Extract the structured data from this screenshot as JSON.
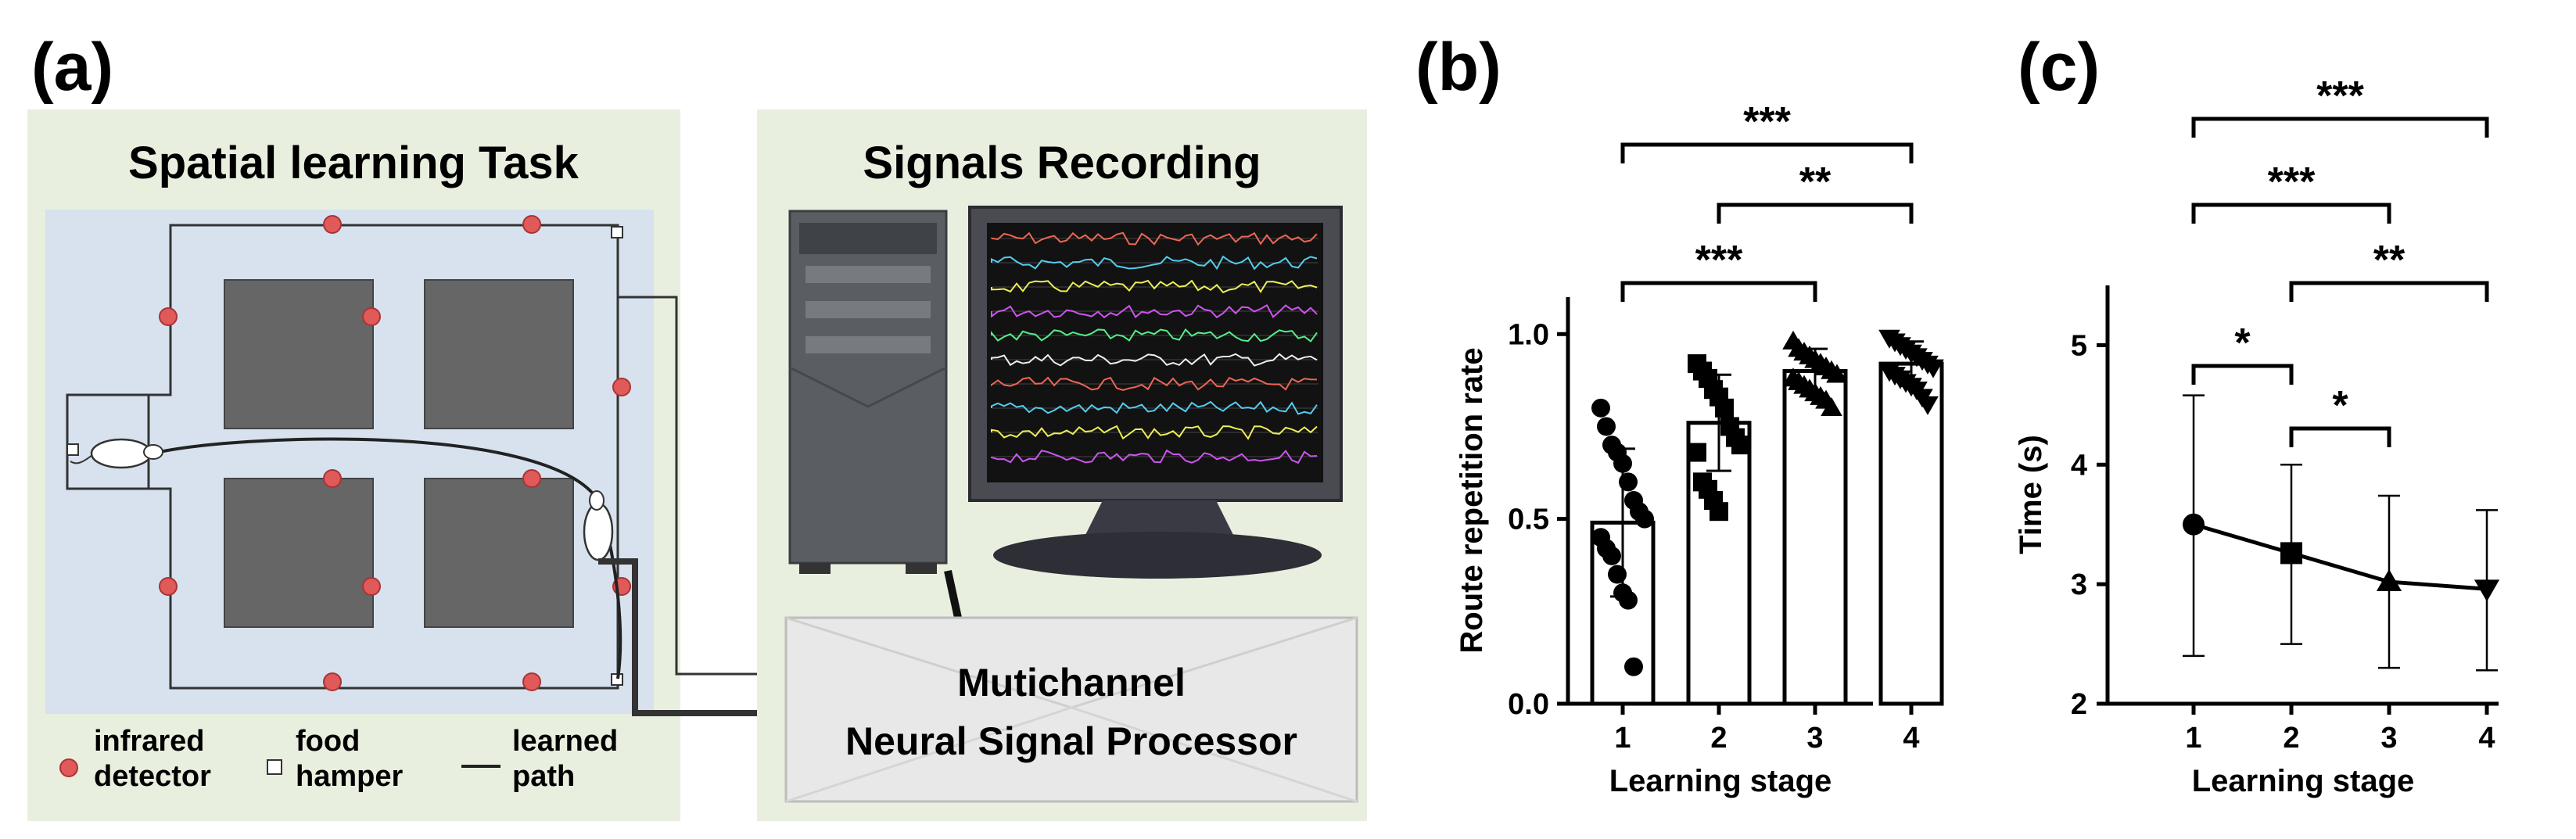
{
  "panel_a": {
    "label": "(a)",
    "left_title": "Spatial learning Task",
    "right_title": "Signals Recording",
    "processor_line1": "Mutichannel",
    "processor_line2": "Neural Signal Processor",
    "legend": {
      "infrared_1": "infrared",
      "infrared_2": "detector",
      "food_1": "food",
      "food_2": "hamper",
      "path_1": "learned",
      "path_2": "path"
    },
    "colors": {
      "panel_bg": "#e9efdf",
      "arena_bg": "#d7e2ee",
      "detector": "#e05a5a",
      "block": "#666666"
    }
  },
  "chart_data": [
    {
      "panel_label": "(b)",
      "type": "bar",
      "categories": [
        "1",
        "2",
        "3",
        "4"
      ],
      "means": [
        0.49,
        0.76,
        0.9,
        0.92
      ],
      "sd": [
        0.2,
        0.13,
        0.06,
        0.06
      ],
      "markers": [
        "circle",
        "square",
        "triangle-up",
        "triangle-down"
      ],
      "points": [
        [
          0.8,
          0.75,
          0.7,
          0.68,
          0.65,
          0.6,
          0.55,
          0.52,
          0.5,
          0.45,
          0.42,
          0.4,
          0.35,
          0.3,
          0.28,
          0.1
        ],
        [
          0.92,
          0.9,
          0.88,
          0.85,
          0.83,
          0.8,
          0.75,
          0.72,
          0.7,
          0.68,
          0.6,
          0.58,
          0.55,
          0.52
        ],
        [
          0.98,
          0.96,
          0.95,
          0.94,
          0.93,
          0.92,
          0.91,
          0.9,
          0.89,
          0.88,
          0.87,
          0.86,
          0.85,
          0.84,
          0.83,
          0.82,
          0.8
        ],
        [
          0.99,
          0.98,
          0.97,
          0.96,
          0.95,
          0.94,
          0.93,
          0.92,
          0.91,
          0.9,
          0.89,
          0.88,
          0.87,
          0.86,
          0.85,
          0.83,
          0.81
        ]
      ],
      "ylim": [
        0,
        1.1
      ],
      "yticks": [
        "0.0",
        "0.5",
        "1.0"
      ],
      "ytick_values": [
        0,
        0.5,
        1.0
      ],
      "xlabel": "Learning stage",
      "ylabel": "Route repetition rate",
      "annotations": [
        {
          "from": "1",
          "to": "4",
          "text": "***"
        },
        {
          "from": "2",
          "to": "4",
          "text": "**"
        },
        {
          "from": "1",
          "to": "3",
          "text": "***"
        }
      ]
    },
    {
      "panel_label": "(c)",
      "type": "line",
      "x": [
        "1",
        "2",
        "3",
        "4"
      ],
      "values": [
        3.5,
        3.26,
        3.02,
        2.96
      ],
      "err_upper": [
        4.58,
        4.0,
        3.74,
        3.62
      ],
      "err_lower": [
        2.4,
        2.5,
        2.3,
        2.28
      ],
      "markers": [
        "circle",
        "square",
        "triangle-up",
        "triangle-down"
      ],
      "ylim": [
        2,
        5.5
      ],
      "yticks": [
        "2",
        "3",
        "4",
        "5"
      ],
      "ytick_values": [
        2,
        3,
        4,
        5
      ],
      "xlabel": "Learning stage",
      "ylabel": "Time (s)",
      "annotations": [
        {
          "from": "1",
          "to": "4",
          "text": "***"
        },
        {
          "from": "1",
          "to": "3",
          "text": "***"
        },
        {
          "from": "2",
          "to": "4",
          "text": "**"
        },
        {
          "from": "1",
          "to": "2",
          "text": "*"
        },
        {
          "from": "2",
          "to": "3",
          "text": "*"
        }
      ]
    }
  ]
}
